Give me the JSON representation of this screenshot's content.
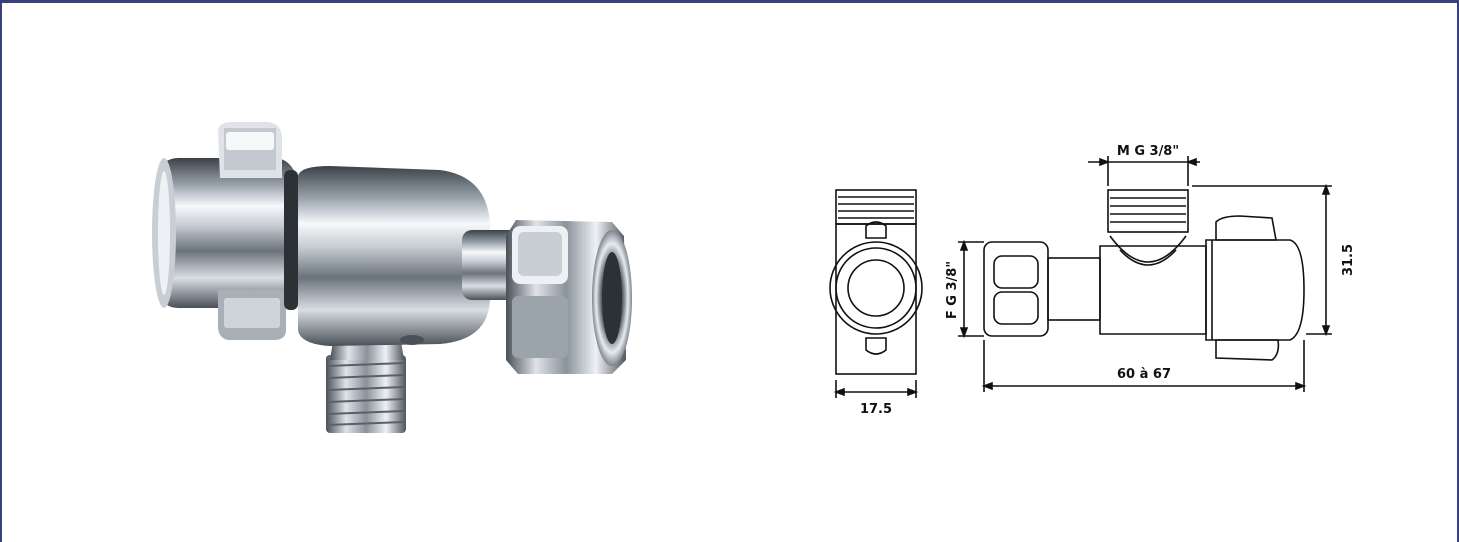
{
  "colors": {
    "frame": "#3a3f7d",
    "chrome_light": "#f4f6f8",
    "chrome_mid": "#a9b0b8",
    "chrome_dark": "#3b4148",
    "line": "#111111"
  },
  "photo": {
    "icon": "chrome-angle-valve-photo"
  },
  "drawing": {
    "dimension_top": "M G 3/8\"",
    "dimension_height": "31.5",
    "dimension_side": "F G 3/8\"",
    "dimension_length": "60 à 67",
    "dimension_width": "17.5"
  }
}
